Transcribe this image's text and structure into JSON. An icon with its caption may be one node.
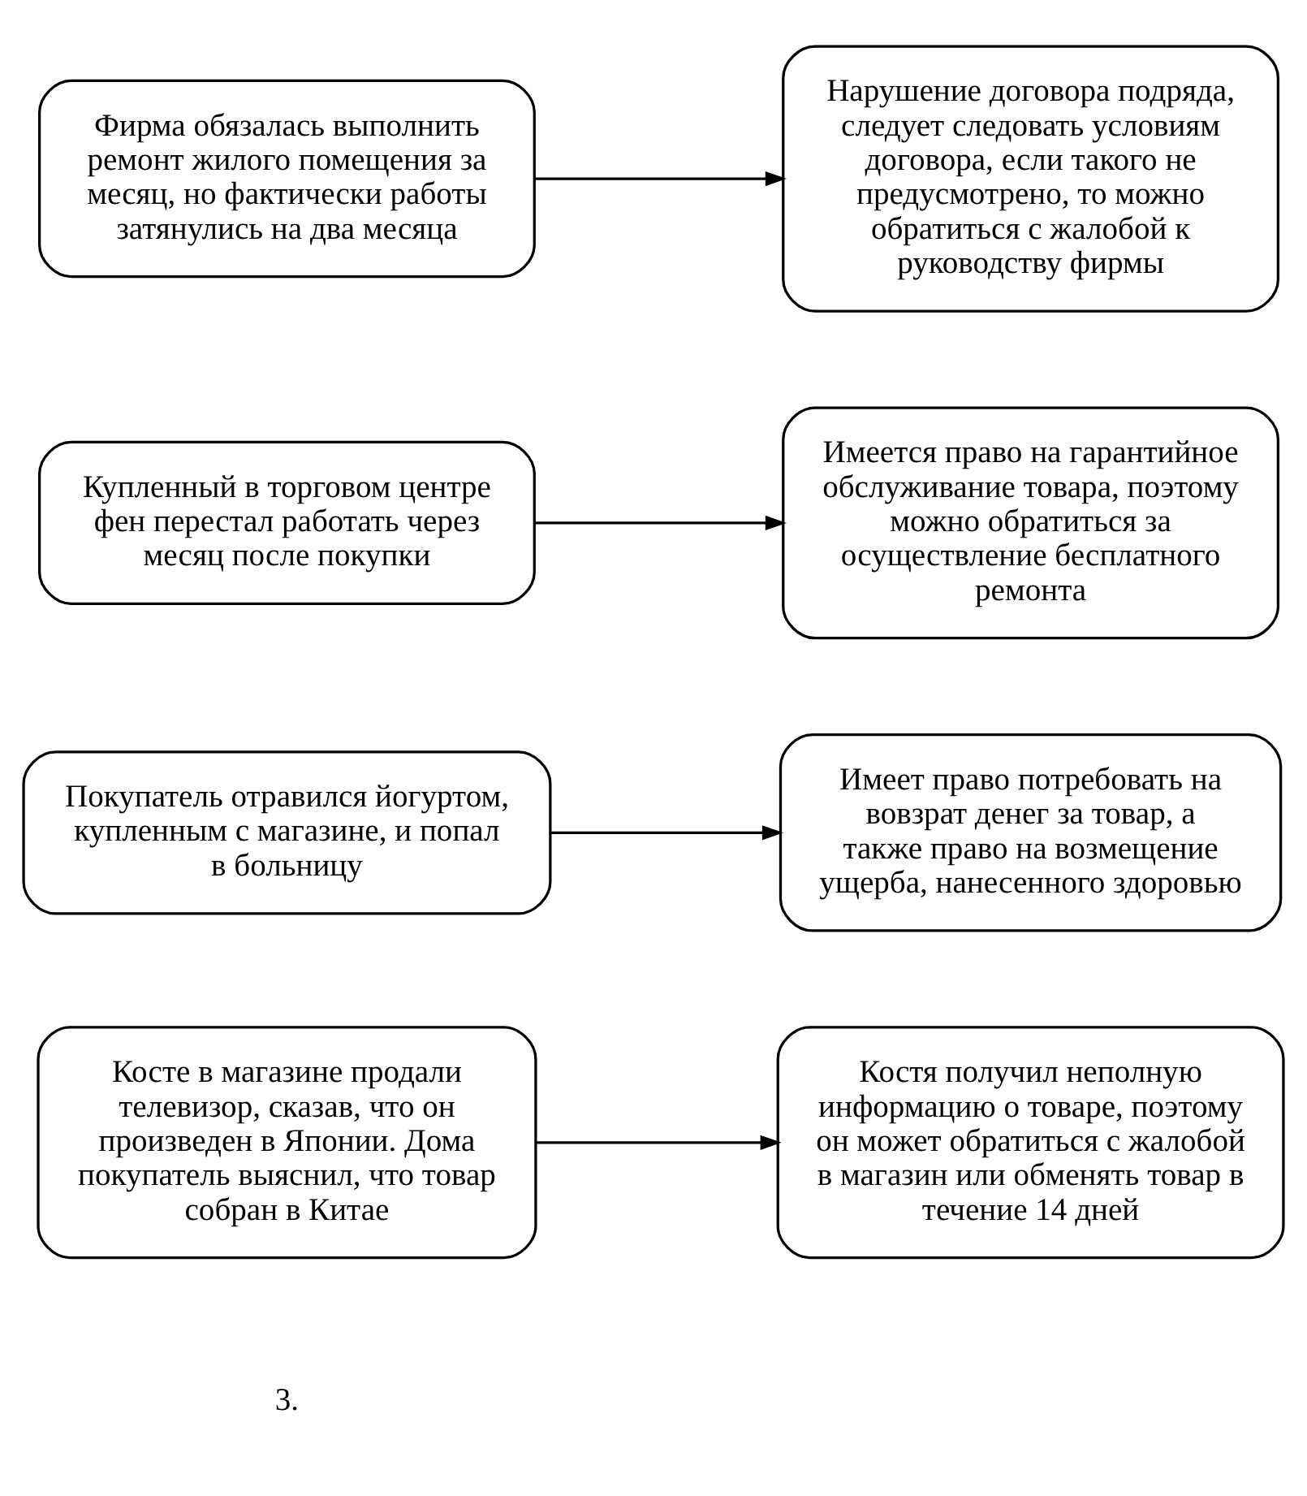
{
  "diagram": {
    "nodes": [
      {
        "text": [
          "Косте в магазине продали телевизор, сказав, что он произведен в Японии. Дома покупатель выяснил, что товар собран в Китае"
        ]
      },
      {
        "text": [
          "Костя получил неполную информацию о товаре, поэтому он может обратиться с жалобой в магазин или обменять товар в течение 14 дней"
        ]
      },
      {
        "text": [
          "Покупатель отравился йогуртом, купленным с магазине, и попал в больницу"
        ]
      },
      {
        "text": [
          "Имеет право потребовать на вовзрат денег за товар, а также право на возмещение ущерба, нанесенного здоровью"
        ]
      },
      {
        "text": [
          "Купленный в торговом центре фен перестал работать через месяц после покупки"
        ]
      },
      {
        "text": [
          "Имеется право на гарантийное обслуживание товара, поэтому можно обратиться за осуществление бесплатного ремонта"
        ]
      },
      {
        "text": [
          "Фирма обязалась выполнить ремонт жилого помещения за месяц, но фактически работы затянулись на два месяца"
        ]
      },
      {
        "text": [
          "Нарушение договора подряда, следует следовать условиям договора, если такого не предусмотрено, то можно обратиться с жалобой к руководству фирмы"
        ]
      }
    ],
    "edges": [
      {
        "from": 0,
        "to": 1,
        "arrow": "to"
      },
      {
        "from": 2,
        "to": 3,
        "arrow": "to"
      },
      {
        "from": 4,
        "to": 5,
        "arrow": "to"
      },
      {
        "from": 6,
        "to": 7,
        "arrow": "to"
      }
    ],
    "labels": [
      "3."
    ]
  }
}
